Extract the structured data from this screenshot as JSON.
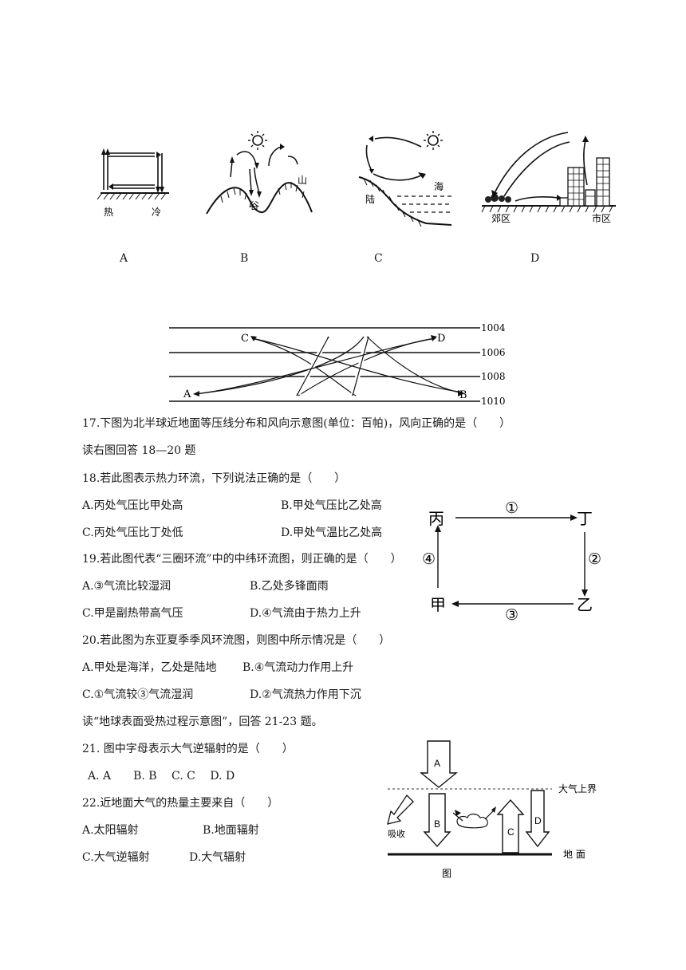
{
  "top_figures": {
    "A": {
      "letter": "A",
      "left_label": "热",
      "right_label": "冷"
    },
    "B": {
      "letter": "B",
      "valley_label": "谷",
      "mountain_label": "山"
    },
    "C": {
      "letter": "C",
      "land_label": "陆",
      "sea_label": "海"
    },
    "D": {
      "letter": "D",
      "suburb_label": "郊区",
      "city_label": "市区"
    }
  },
  "isobar_figure": {
    "values": [
      "1004",
      "1006",
      "1008",
      "1010"
    ],
    "points": {
      "A": "A",
      "B": "B",
      "C": "C",
      "D": "D"
    }
  },
  "questions": {
    "q17": "17.下图为北半球近地面等压线分布和风向示意图(单位：百帕)，风向正确的是（　　）",
    "intro18_20": "读右图回答 18—20 题",
    "q18": "18.若此图表示热力环流，下列说法正确的是（　　）",
    "q18_A": "A.丙处气压比甲处高",
    "q18_B": "B.甲处气压比乙处高",
    "q18_C": "C.丙处气压比丁处低",
    "q18_D": "D.甲处气温比乙处高",
    "q19": "19.若此图代表“三圈环流”中的中纬环流图，则正确的是（　　）",
    "q19_A": "A.③气流比较湿润",
    "q19_B": "B.乙处多锋面雨",
    "q19_C": "C.甲是副热带高气压",
    "q19_D": "D.④气流由于热力上升",
    "q20": "20.若此图为东亚夏季季风环流图，则图中所示情况是（　　）",
    "q20_A": "A.甲处是海洋，乙处是陆地",
    "q20_B": "B.④气流动力作用上升",
    "q20_C": "C.①气流较③气流湿润",
    "q20_D": "D.②气流热力作用下沉",
    "intro21_23": "读“地球表面受热过程示意图”，回答 21-23 题。",
    "q21": "21. 图中字母表示大气逆辐射的是（　　）",
    "q21_opts": "A. A　　B. B　 C. C　 D. D",
    "q22": "22.近地面大气的热量主要来自（　　）",
    "q22_A": "A.太阳辐射",
    "q22_B": "B.地面辐射",
    "q22_C": "C.大气逆辐射",
    "q22_D": "D.大气辐射"
  },
  "circulation_figure": {
    "corners": {
      "bing": "丙",
      "ding": "丁",
      "jia": "甲",
      "yi": "乙"
    },
    "arrows": {
      "one": "①",
      "two": "②",
      "three": "③",
      "four": "④"
    }
  },
  "heating_figure": {
    "arrows": {
      "A": "A",
      "B": "B",
      "C": "C",
      "D": "D"
    },
    "top_label": "大气上界",
    "absorb_label": "吸收",
    "ground_label": "地 面",
    "caption": "图"
  }
}
